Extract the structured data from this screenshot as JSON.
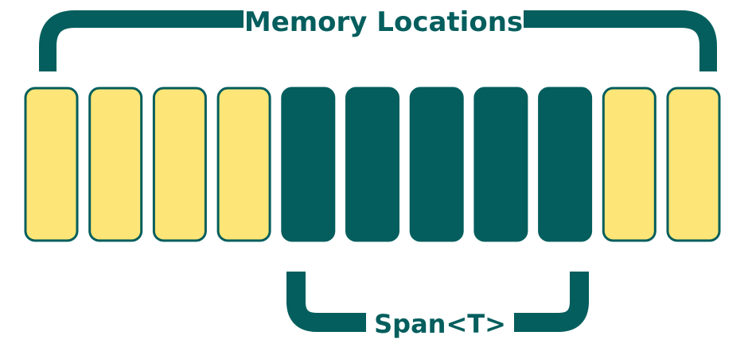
{
  "labels": {
    "top": "Memory Locations",
    "bottom": "Span<T>"
  },
  "cells": {
    "count": 11,
    "span_start_index": 4,
    "span_length": 5
  },
  "colors": {
    "teal": "#035e5d",
    "yellow": "#fde577"
  }
}
